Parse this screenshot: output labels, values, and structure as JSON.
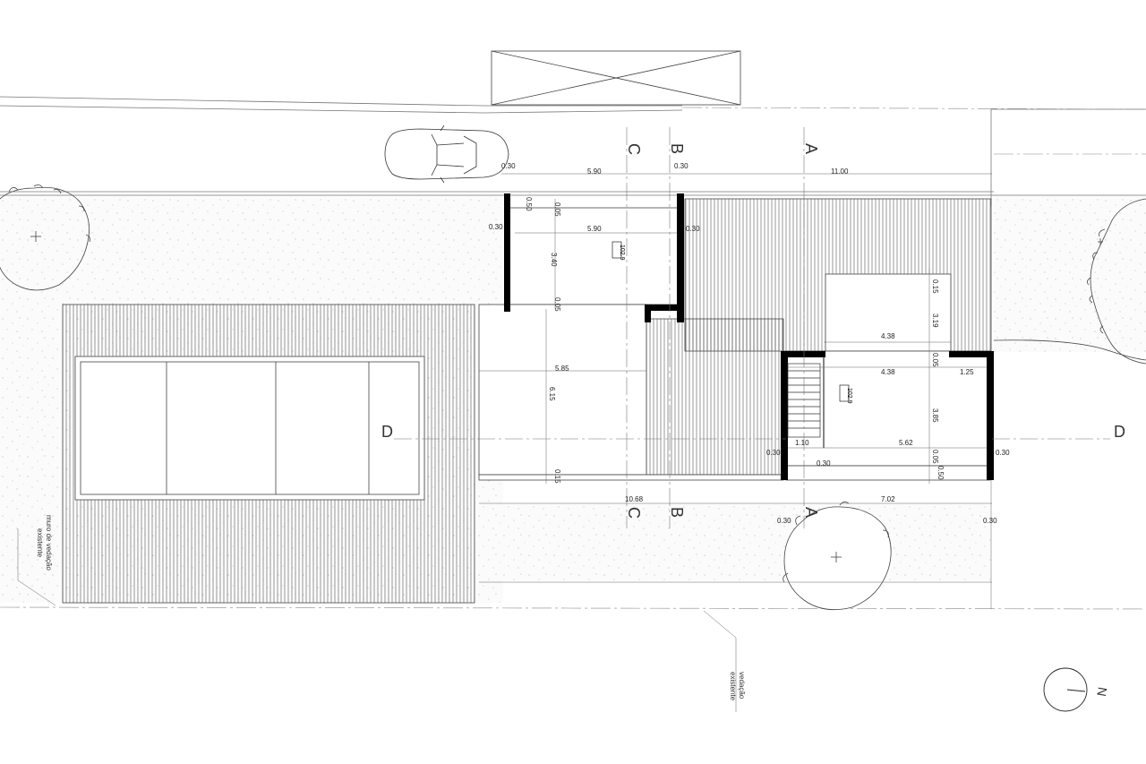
{
  "grid": {
    "a": "A",
    "b": "B",
    "c": "C",
    "d": "D"
  },
  "north": "N",
  "levels": {
    "upper_room": "102.9",
    "lower_room": "102.9"
  },
  "notes": {
    "wall_line1": "muro de vedação",
    "wall_line2": "existente",
    "fence_line1": "vedação",
    "fence_line2": "existente"
  },
  "dims": {
    "top_030": "0.30",
    "top_590": "5.90",
    "top_b030": "0.30",
    "top_1100": "11.00",
    "upper_050": "0.50",
    "upper_005a": "0.05",
    "upper_left030": "0.30",
    "upper_590": "5.90",
    "upper_right030": "0.30",
    "upper_340": "3.40",
    "upper_005b": "0.05",
    "mid_585": "5.85",
    "mid_615": "6.15",
    "mid_015": "0.15",
    "r_015": "0.15",
    "r_319": "3.19",
    "r_438a": "4.38",
    "r_005a": "0.05",
    "r_438b": "4.38",
    "r_125": "1.25",
    "r_385": "3.85",
    "r_110": "1.10",
    "r_562": "5.62",
    "r_005b": "0.05",
    "r_030l": "0.30",
    "r_030m": "0.30",
    "r_050": "0.50",
    "r_030r": "0.30",
    "b_1068": "10.68",
    "b_702": "7.02",
    "b_030l": "0.30",
    "b_030r": "0.30"
  }
}
